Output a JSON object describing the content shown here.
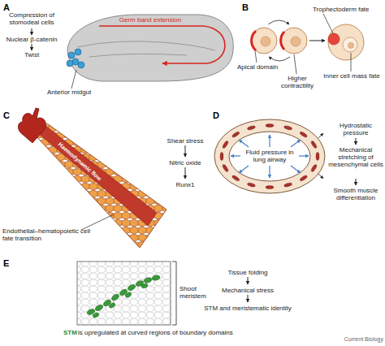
{
  "diagram": {
    "nodes": [
      {
        "text": [
          "Germ band extension"
        ]
      },
      {
        "text": [
          "Fluid pressure in lung airway"
        ]
      }
    ],
    "labels": [
      "A",
      "Compression of stomodeal cells",
      "Nuclear β-catenin",
      "Twist",
      "Anterior midgut",
      "B",
      "Apical domain",
      "Higher contractility",
      "Trophectoderm fate",
      "Inner cell mass fate",
      "C",
      "Haemodynamic flow",
      "Endothelial–hematopoietic cell fate transition",
      "Shear stress",
      "Nitric oxide",
      "Runx1",
      "D",
      "Hydrostatic pressure",
      "Mechanical stretching of mesenchymal cells",
      "Smooth muscle differentiation",
      "E",
      "Shoot meristem",
      "Tissue folding",
      "Mechanical stress",
      "STM and meristematic identity",
      "STM",
      "is upregulated at curved regions of boundary domains",
      "Current Biology"
    ]
  }
}
